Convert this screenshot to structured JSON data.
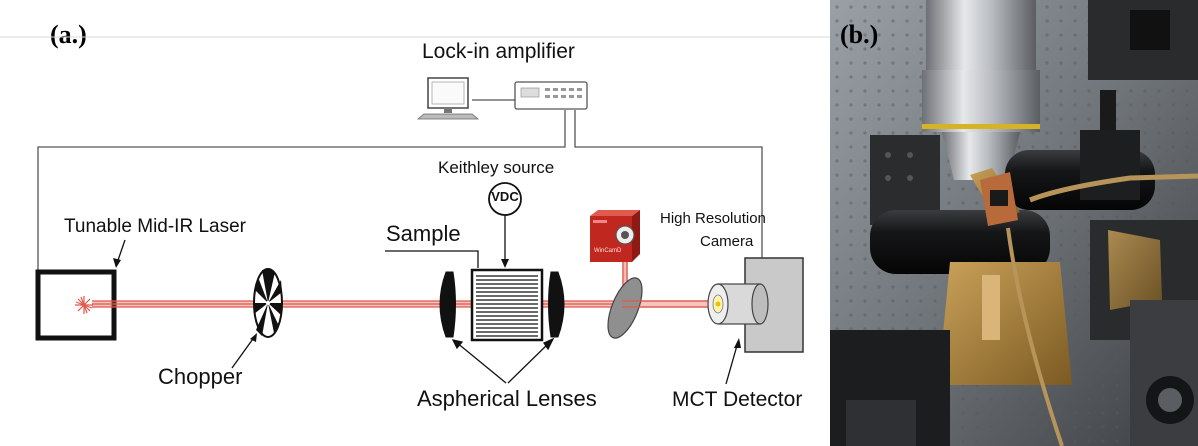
{
  "panel_a": {
    "label": "(a.)",
    "lockin_label": "Lock-in amplifier",
    "keithley_label": "Keithley source",
    "vdc_label": "VDC",
    "sample_label": "Sample",
    "laser_label": "Tunable Mid-IR Laser",
    "camera_label_line1": "High Resolution",
    "camera_label_line2": "Camera",
    "camera_brand": "WinCamD",
    "chopper_label": "Chopper",
    "lenses_label": "Aspherical Lenses",
    "detector_label": "MCT Detector"
  },
  "panel_b": {
    "label": "(b.)"
  },
  "colors": {
    "beam": "#e2574c",
    "camera_red": "#c0271f",
    "detector_gray": "#c9c9c9"
  }
}
